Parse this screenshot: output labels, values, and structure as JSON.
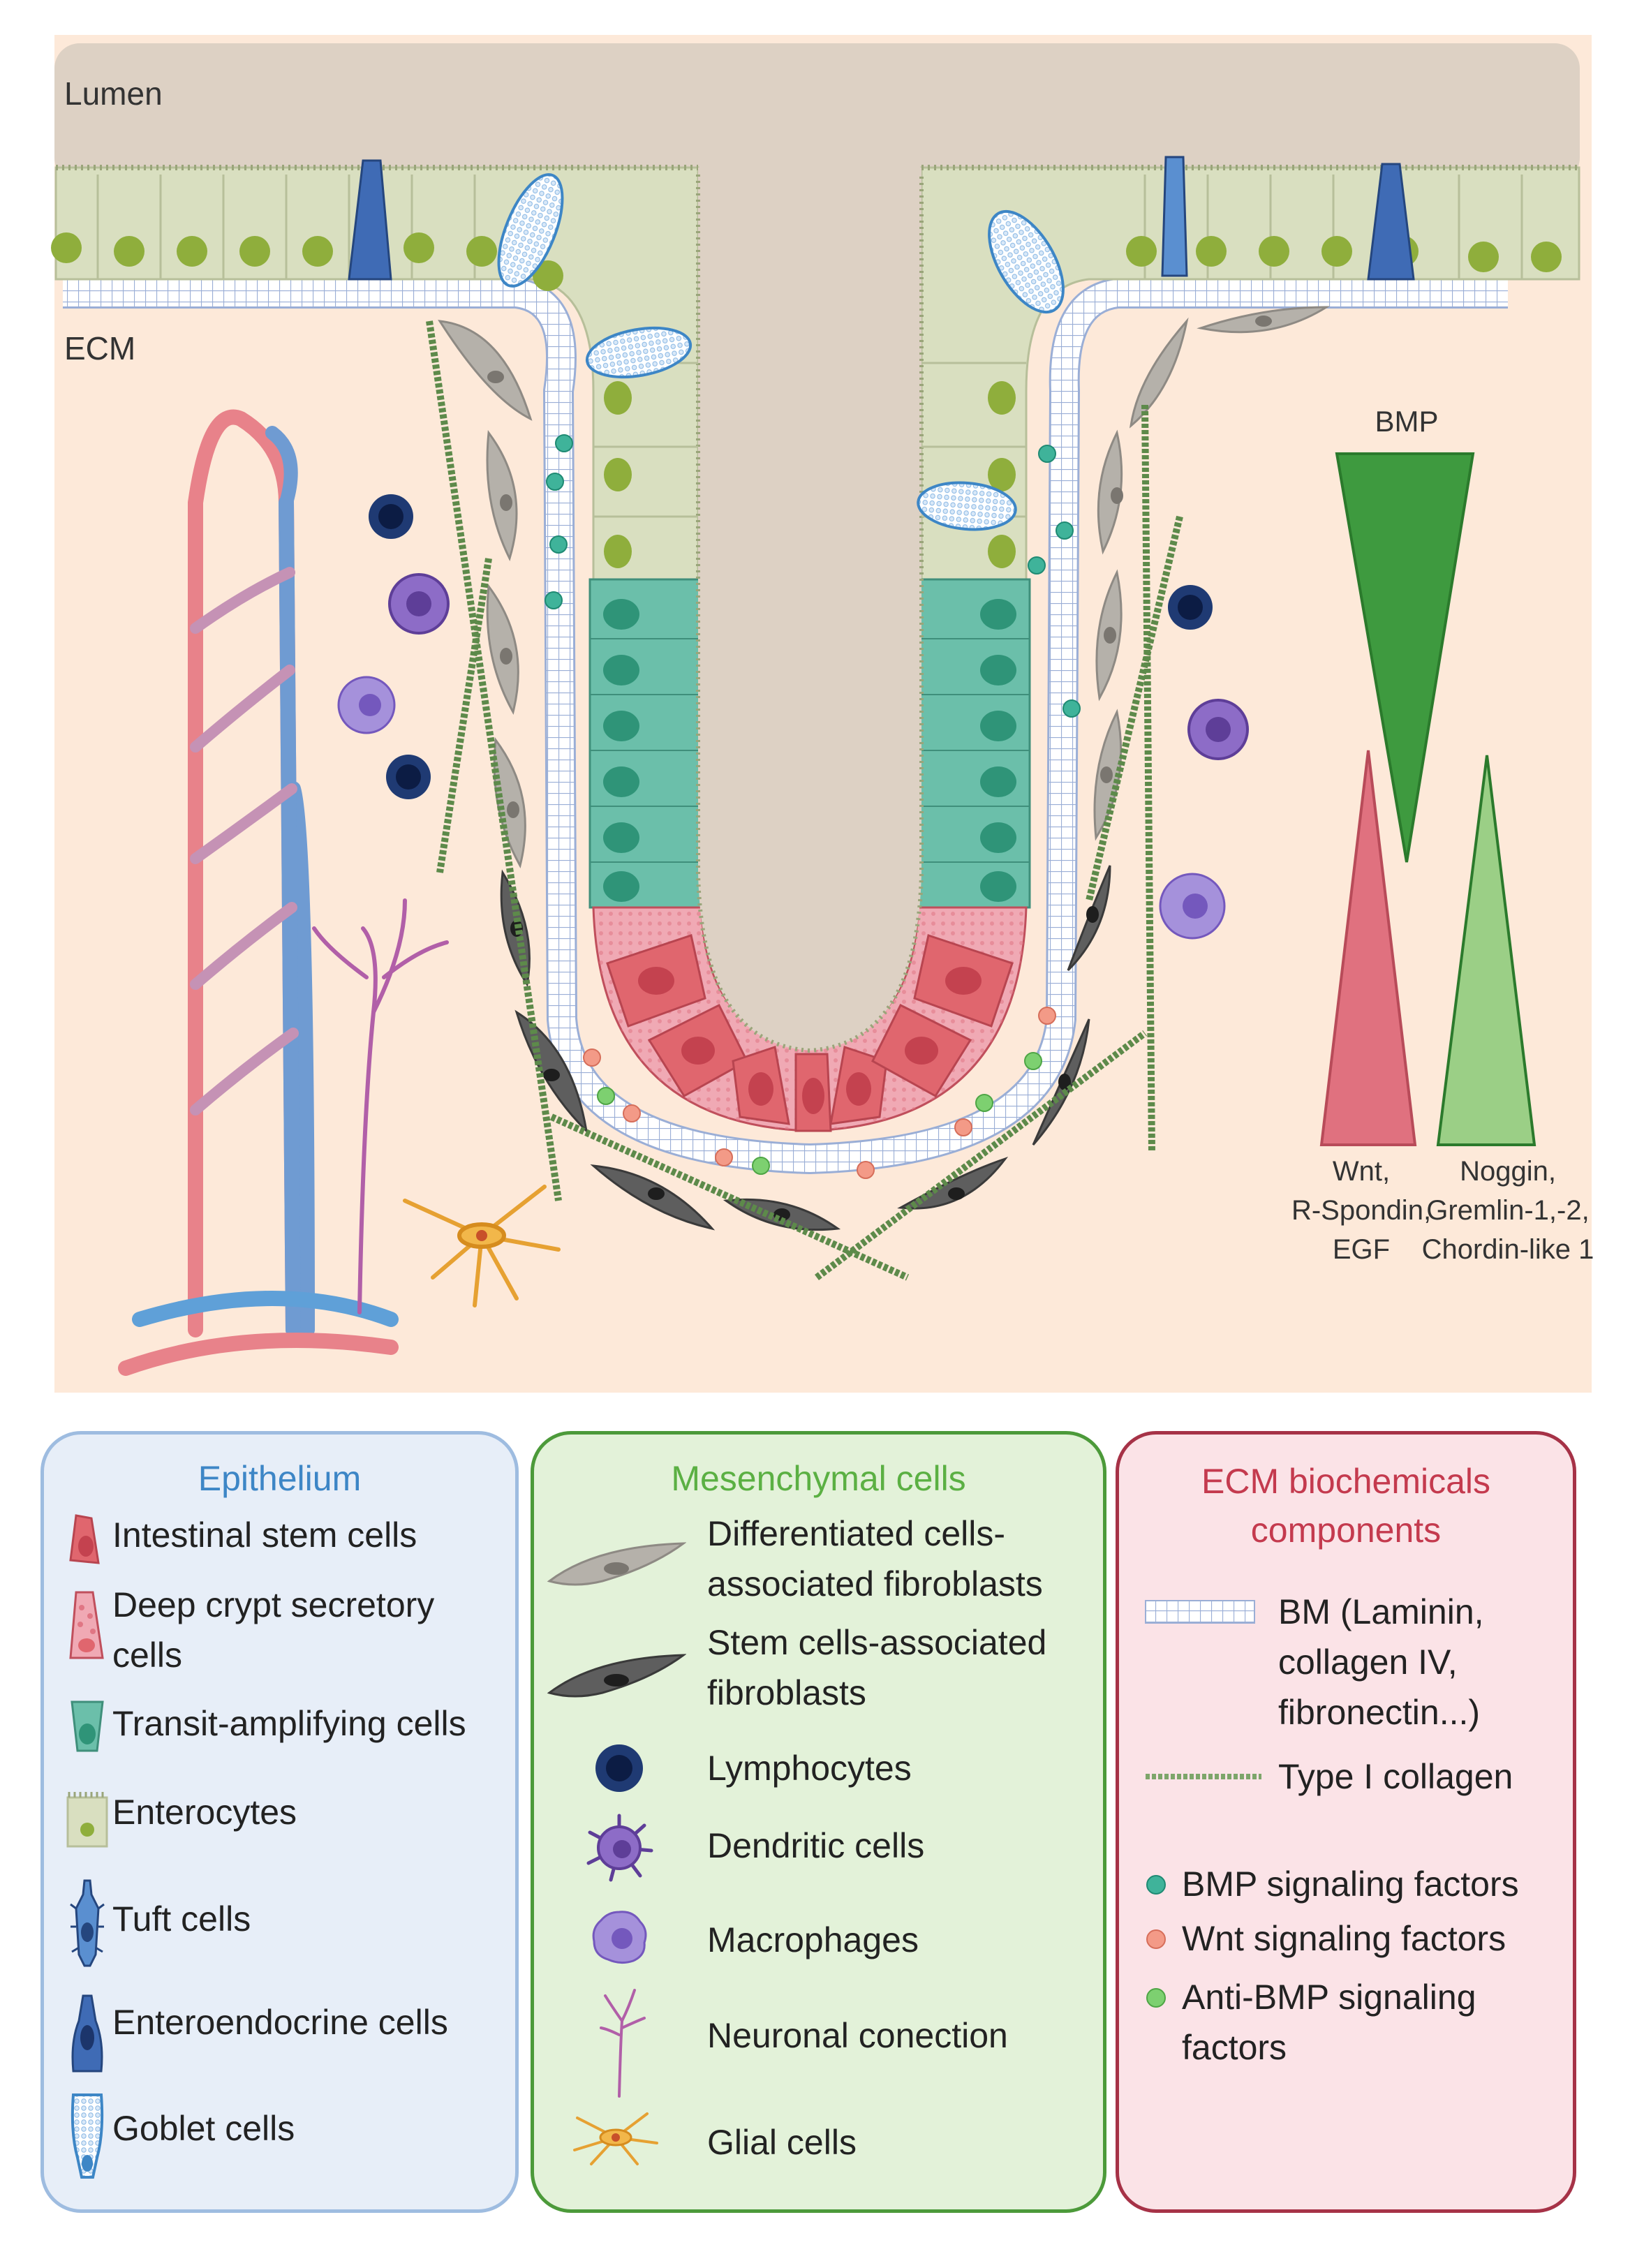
{
  "scene": {
    "lumen_label": "Lumen",
    "ecm_label": "ECM",
    "gradients": {
      "bmp_label": "BMP",
      "wnt_label": "Wnt,\nR-Spondin,\nEGF",
      "noggin_label": "Noggin,\nGremlin-1,-2,\nChordin-like 1"
    }
  },
  "colors": {
    "lumen": "#ddd1c4",
    "ecm_background": "#fde9d9",
    "enterocyte": "#d9dfc0",
    "transit_amplifying": "#6bbfaa",
    "stem_cell": "#e0666e",
    "deep_crypt_secretory": "#f0a9b4",
    "epithelium_accent": "#3d86c6",
    "mesenchymal_accent": "#5bb043",
    "ecm_accent": "#c43a4e",
    "bmp_gradient": "#3e9a3f",
    "wnt_gradient": "#e0717f",
    "noggin_gradient": "#9bcf86"
  },
  "legends": {
    "epithelium": {
      "title": "Epithelium",
      "items": [
        {
          "icon": "intestinal-stem-cell-icon",
          "label": "Intestinal stem cells"
        },
        {
          "icon": "deep-crypt-secretory-cell-icon",
          "label": "Deep crypt secretory\ncells"
        },
        {
          "icon": "transit-amplifying-cell-icon",
          "label": "Transit-amplifying cells"
        },
        {
          "icon": "enterocyte-icon",
          "label": "Enterocytes"
        },
        {
          "icon": "tuft-cell-icon",
          "label": "Tuft cells"
        },
        {
          "icon": "enteroendocrine-cell-icon",
          "label": "Enteroendocrine cells"
        },
        {
          "icon": "goblet-cell-icon",
          "label": "Goblet cells"
        }
      ]
    },
    "mesenchymal": {
      "title": "Mesenchymal cells",
      "items": [
        {
          "icon": "differentiated-fibroblast-icon",
          "label": "Differentiated cells-\nassociated fibroblasts"
        },
        {
          "icon": "stem-fibroblast-icon",
          "label": "Stem cells-associated\nfibroblasts"
        },
        {
          "icon": "lymphocyte-icon",
          "label": "Lymphocytes"
        },
        {
          "icon": "dendritic-cell-icon",
          "label": "Dendritic cells"
        },
        {
          "icon": "macrophage-icon",
          "label": "Macrophages"
        },
        {
          "icon": "neuron-icon",
          "label": "Neuronal conection"
        },
        {
          "icon": "glial-cell-icon",
          "label": "Glial cells"
        }
      ]
    },
    "ecm": {
      "title": "ECM biochemicals\ncomponents",
      "items": [
        {
          "icon": "basement-membrane-icon",
          "label": "BM (Laminin,\ncollagen IV,\nfibronectin...)"
        },
        {
          "icon": "type-i-collagen-icon",
          "label": "Type I collagen"
        },
        {
          "icon": "bmp-factor-dot-icon",
          "label": "BMP signaling factors"
        },
        {
          "icon": "wnt-factor-dot-icon",
          "label": "Wnt signaling factors"
        },
        {
          "icon": "anti-bmp-factor-dot-icon",
          "label": "Anti-BMP signaling\nfactors"
        }
      ]
    }
  }
}
